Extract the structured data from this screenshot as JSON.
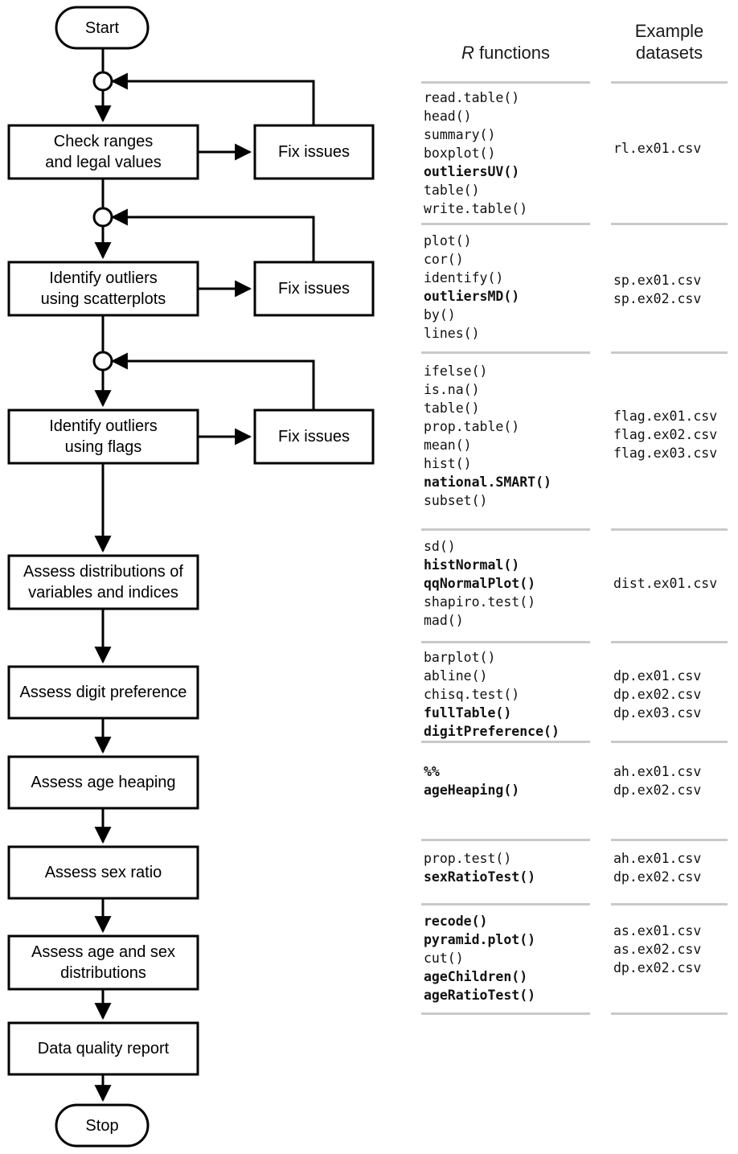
{
  "flowchart": {
    "start_label": "Start",
    "stop_label": "Stop",
    "fix_label": "Fix issues",
    "nodes": [
      {
        "id": "start",
        "label": "Start"
      },
      {
        "id": "ranges",
        "label": "Check ranges\nand legal values"
      },
      {
        "id": "fix1",
        "label": "Fix issues"
      },
      {
        "id": "scatter",
        "label": "Identify outliers\nusing scatterplots"
      },
      {
        "id": "fix2",
        "label": "Fix issues"
      },
      {
        "id": "flags",
        "label": "Identify outliers\nusing flags"
      },
      {
        "id": "fix3",
        "label": "Fix issues"
      },
      {
        "id": "dist",
        "label": "Assess distributions of\nvariables and indices"
      },
      {
        "id": "digit",
        "label": "Assess digit preference"
      },
      {
        "id": "heaping",
        "label": "Assess age heaping"
      },
      {
        "id": "sexratio",
        "label": "Assess sex ratio"
      },
      {
        "id": "agesex",
        "label": "Assess age and sex\ndistributions"
      },
      {
        "id": "report",
        "label": "Data quality report"
      },
      {
        "id": "stop",
        "label": "Stop"
      }
    ],
    "line_color": "#000000"
  },
  "table": {
    "headers": {
      "functions_italic": "R",
      "functions_rest": " functions",
      "datasets_line1": "Example",
      "datasets_line2": "datasets"
    },
    "sections": [
      {
        "functions": [
          {
            "text": "read.table()",
            "bold": false
          },
          {
            "text": "head()",
            "bold": false
          },
          {
            "text": "summary()",
            "bold": false
          },
          {
            "text": "boxplot()",
            "bold": false
          },
          {
            "text": "outliersUV()",
            "bold": true
          },
          {
            "text": "table()",
            "bold": false
          },
          {
            "text": "write.table()",
            "bold": false
          }
        ],
        "datasets": [
          "rl.ex01.csv"
        ]
      },
      {
        "functions": [
          {
            "text": "plot()",
            "bold": false
          },
          {
            "text": "cor()",
            "bold": false
          },
          {
            "text": "identify()",
            "bold": false
          },
          {
            "text": "outliersMD()",
            "bold": true
          },
          {
            "text": "by()",
            "bold": false
          },
          {
            "text": "lines()",
            "bold": false
          }
        ],
        "datasets": [
          "sp.ex01.csv",
          "sp.ex02.csv"
        ]
      },
      {
        "functions": [
          {
            "text": "ifelse()",
            "bold": false
          },
          {
            "text": "is.na()",
            "bold": false
          },
          {
            "text": "table()",
            "bold": false
          },
          {
            "text": "prop.table()",
            "bold": false
          },
          {
            "text": "mean()",
            "bold": false
          },
          {
            "text": "hist()",
            "bold": false
          },
          {
            "text": "national.SMART()",
            "bold": true
          },
          {
            "text": "subset()",
            "bold": false
          }
        ],
        "datasets": [
          "flag.ex01.csv",
          "flag.ex02.csv",
          "flag.ex03.csv"
        ]
      },
      {
        "functions": [
          {
            "text": "sd()",
            "bold": false
          },
          {
            "text": "histNormal()",
            "bold": true
          },
          {
            "text": "qqNormalPlot()",
            "bold": true
          },
          {
            "text": "shapiro.test()",
            "bold": false
          },
          {
            "text": "mad()",
            "bold": false
          }
        ],
        "datasets": [
          "dist.ex01.csv"
        ]
      },
      {
        "functions": [
          {
            "text": "barplot()",
            "bold": false
          },
          {
            "text": "abline()",
            "bold": false
          },
          {
            "text": "chisq.test()",
            "bold": false
          },
          {
            "text": "fullTable()",
            "bold": true
          },
          {
            "text": "digitPreference()",
            "bold": true
          }
        ],
        "datasets": [
          "dp.ex01.csv",
          "dp.ex02.csv",
          "dp.ex03.csv"
        ]
      },
      {
        "functions": [
          {
            "text": "%%",
            "bold": true
          },
          {
            "text": "ageHeaping()",
            "bold": true
          }
        ],
        "datasets": [
          "ah.ex01.csv",
          "dp.ex02.csv"
        ]
      },
      {
        "functions": [
          {
            "text": "prop.test()",
            "bold": false
          },
          {
            "text": "sexRatioTest()",
            "bold": true
          }
        ],
        "datasets": [
          "ah.ex01.csv",
          "dp.ex02.csv"
        ]
      },
      {
        "functions": [
          {
            "text": "recode()",
            "bold": true
          },
          {
            "text": "pyramid.plot()",
            "bold": true
          },
          {
            "text": "cut()",
            "bold": false
          },
          {
            "text": "ageChildren()",
            "bold": true
          },
          {
            "text": "ageRatioTest()",
            "bold": true
          }
        ],
        "datasets": [
          "as.ex01.csv",
          "as.ex02.csv",
          "dp.ex02.csv"
        ]
      }
    ],
    "layout": {
      "rule_y": [
        101,
        277,
        437,
        657,
        797,
        921,
        1043,
        1123,
        1259
      ],
      "fn_block_y": [
        110,
        288,
        450,
        668,
        806,
        948,
        1056,
        1134
      ],
      "ds_block_y": [
        173,
        337,
        506,
        714,
        829,
        948,
        1056,
        1146
      ]
    },
    "rule_color": "#c9c9c9"
  }
}
